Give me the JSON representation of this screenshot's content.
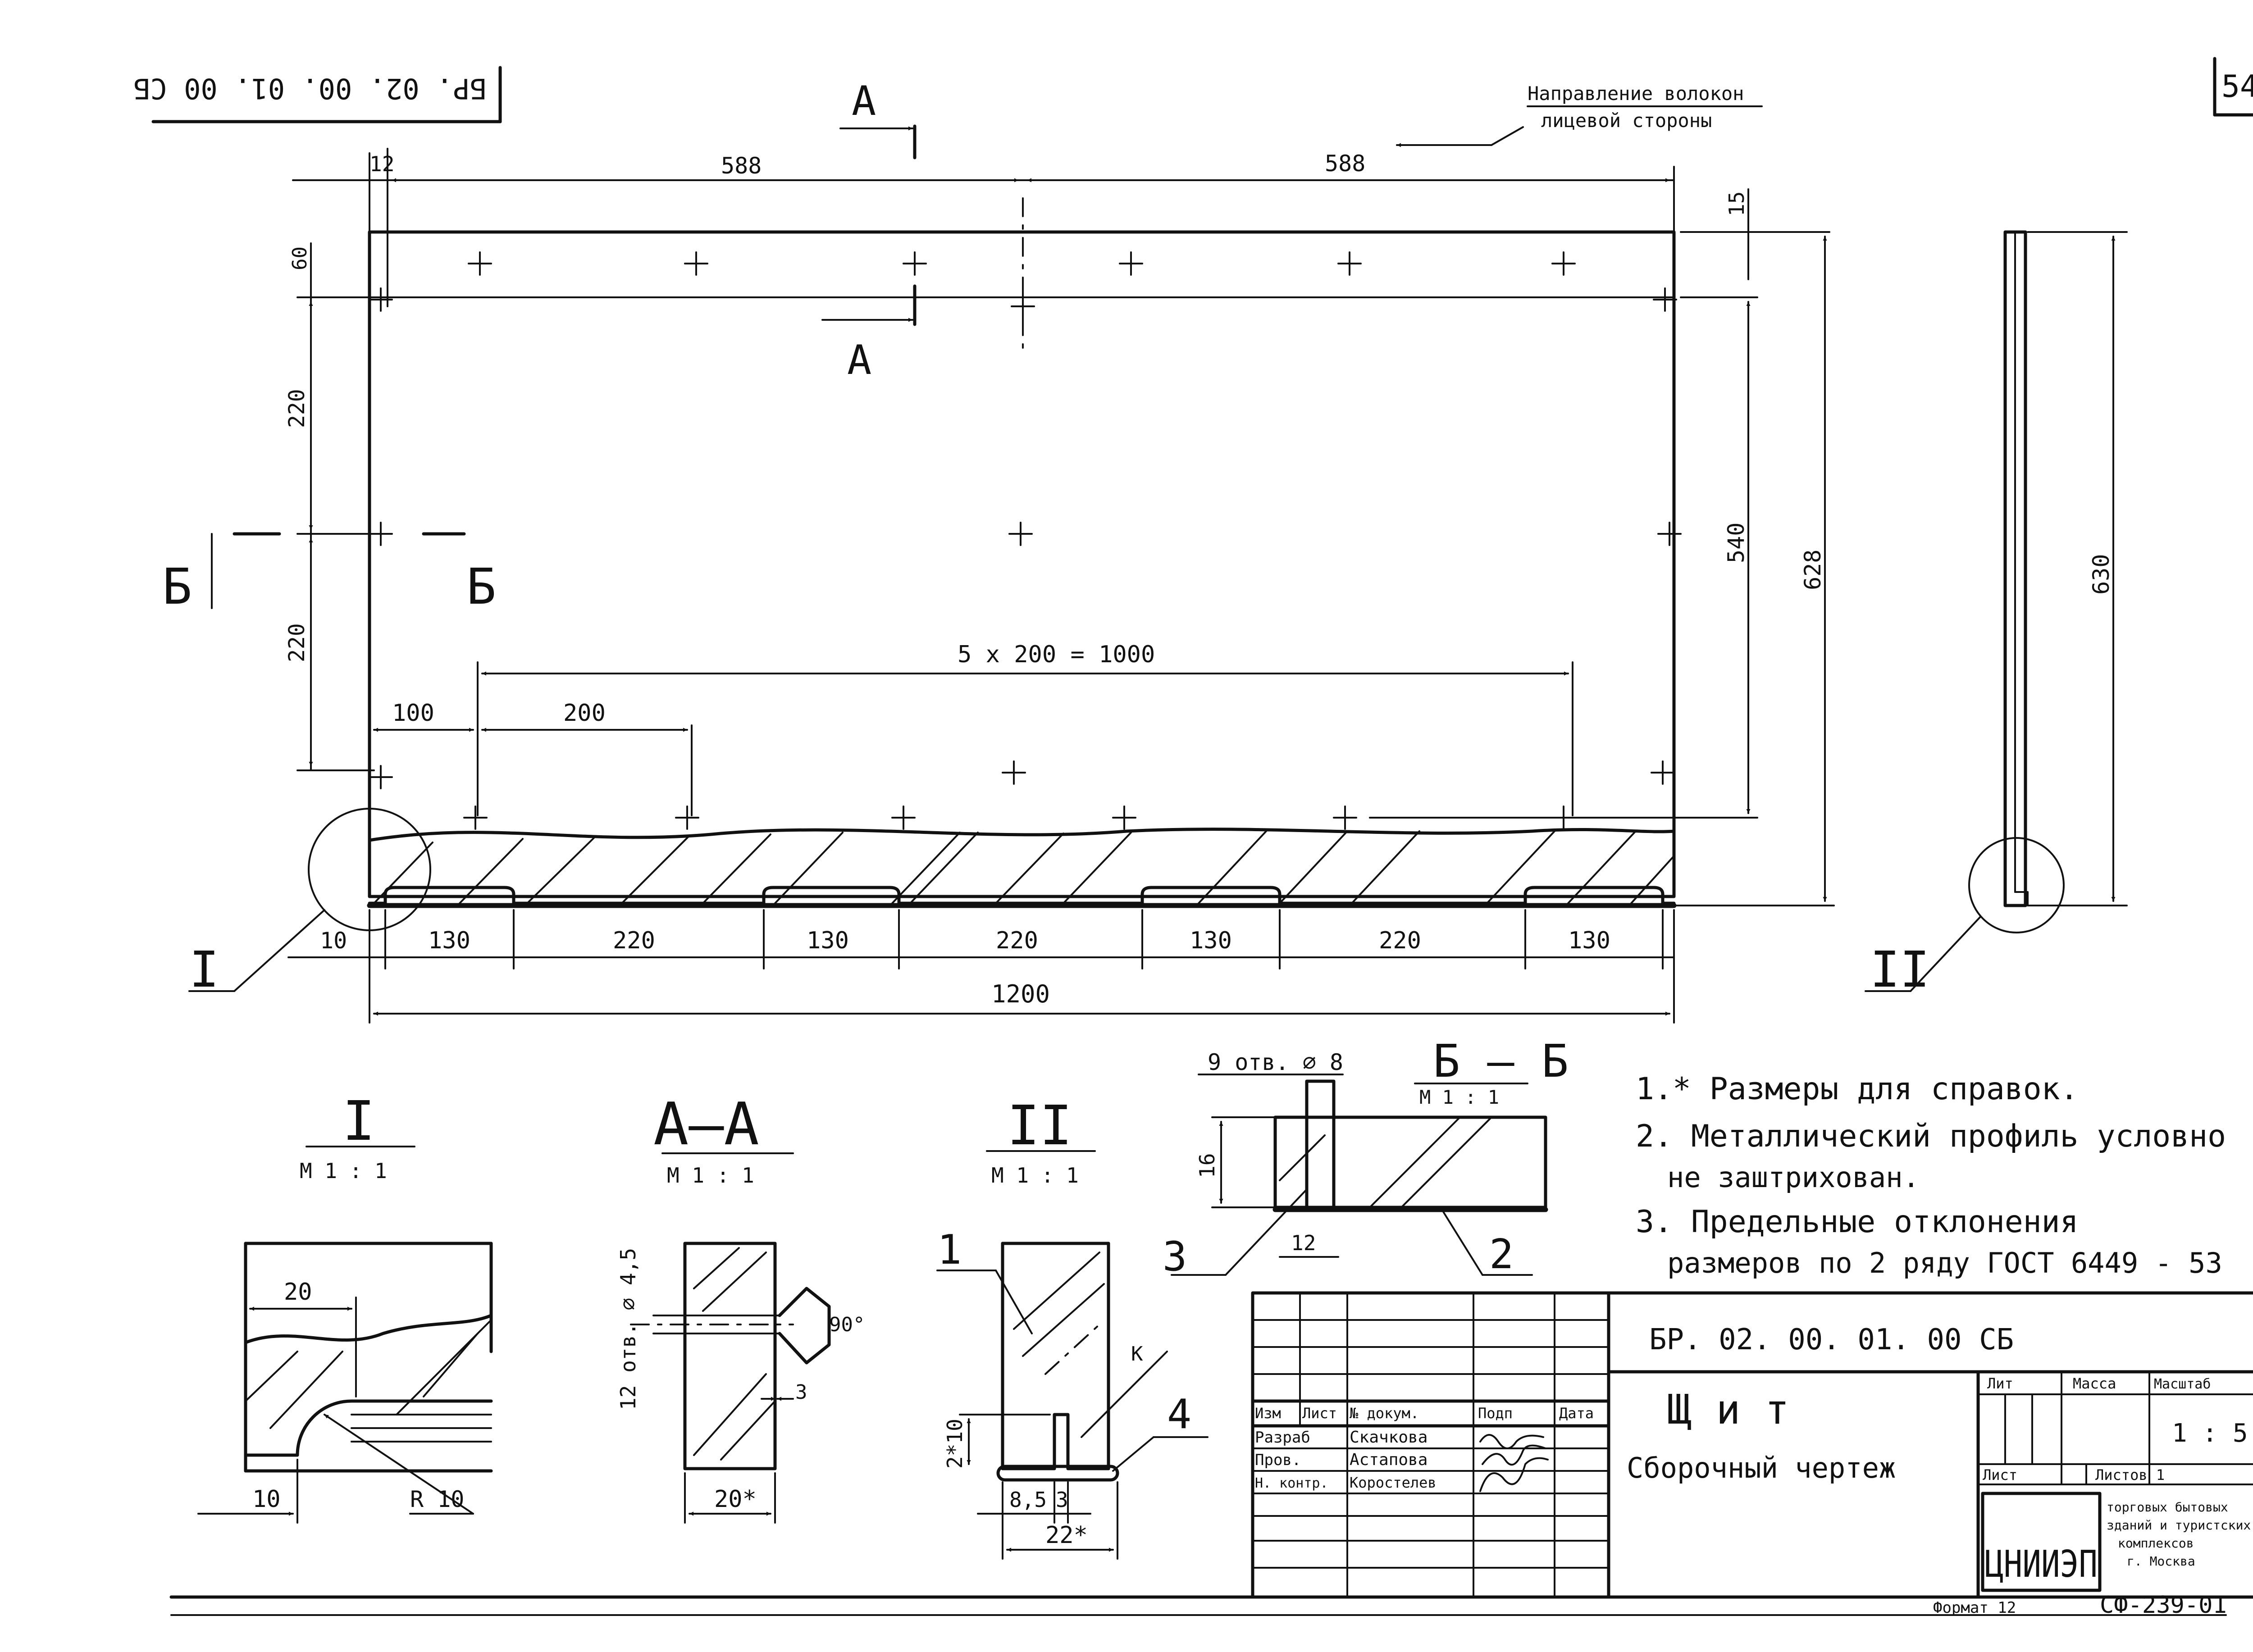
{
  "header": {
    "rotated_code": "БР. 02. 00. 01. 00 СБ",
    "sheet_number": "54"
  },
  "fiber_direction": [
    "Направление волокон",
    "лицевой стороны"
  ],
  "section_labels": {
    "a": "А",
    "b": "Б",
    "detail_1": "I",
    "detail_2": "II"
  },
  "dimensions": {
    "top_left_offset": "12",
    "top_span_left": "588",
    "top_span_right": "588",
    "top_right_offset": "15",
    "left_top": "60",
    "left_mid_upper": "220",
    "left_mid_lower": "220",
    "right_inner": "540",
    "right_outer": "628",
    "side_view_height": "630",
    "hole_spacing": "5 x 200 = 1000",
    "hole_start": "100",
    "hole_pitch": "200",
    "bottom_start": "10",
    "bottom_segments": [
      "130",
      "220",
      "130",
      "220",
      "130",
      "220",
      "130"
    ],
    "overall_length": "1200"
  },
  "views": {
    "detail_1": {
      "title": "I",
      "scale": "М 1 : 1",
      "dim_top": "20",
      "dim_bottom": "10",
      "radius": "R 10"
    },
    "section_aa": {
      "title": "А–А",
      "scale": "М 1 : 1",
      "holes": "12 отв. ⌀ 4,5",
      "angle": "90°",
      "depth": "3",
      "width": "20*"
    },
    "detail_2": {
      "title": "II",
      "scale": "М 1 : 1",
      "slot_height": "2*10",
      "dim_a": "8,5",
      "dim_b": "3",
      "width": "22*",
      "callout_1": "1",
      "callout_4": "4"
    },
    "section_bb": {
      "title": "Б – Б",
      "scale": "М 1 : 1",
      "holes": "9 отв. ⌀ 8",
      "height": "16",
      "width": "12",
      "callout_3": "3",
      "callout_2": "2"
    }
  },
  "notes": [
    "1.* Размеры для справок.",
    "2. Металлический профиль условно",
    "не заштрихован.",
    "3. Предельные отклонения",
    "размеров по 2 ряду ГОСТ 6449 - 53"
  ],
  "title_block": {
    "doc_number": "БР. 02. 00. 01. 00 СБ",
    "product_name": "Щ и т",
    "doc_type": "Сборочный чертеж",
    "col_headers": [
      "Изм",
      "Лист",
      "№ докум.",
      "Подп",
      "Дата"
    ],
    "roles": [
      "Разраб",
      "Пров.",
      "Н. контр."
    ],
    "names": [
      "Скачкова",
      "Астапова",
      "Коростелев"
    ],
    "lit_header": "Лит",
    "mass_header": "Масса",
    "scale_header": "Масштаб",
    "scale_value": "1 : 5",
    "sheet_label": "Лист",
    "sheets_label": "Листов 1",
    "org_logo": "ЦНИИЭП",
    "org_name": [
      "торговых бытовых",
      "зданий и туристских",
      "комплексов",
      "г. Москва"
    ],
    "format": "Формат 12",
    "form_code": "СФ-239-01"
  }
}
